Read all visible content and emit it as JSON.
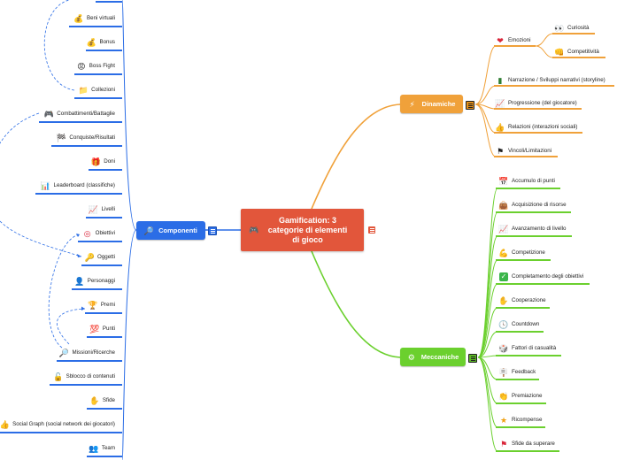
{
  "central": {
    "title": "Gamification: 3 categorie di elementi di gioco",
    "icon": "gamepad-icon",
    "color": "#e2563b"
  },
  "branches": {
    "dinamiche": {
      "label": "Dinamiche",
      "icon": "lightning-icon",
      "color": "#f0a13a",
      "items": [
        {
          "label": "Emozioni",
          "icon": "heart-icon"
        },
        {
          "label": "Curiosità",
          "icon": "eyes-icon"
        },
        {
          "label": "Competitività",
          "icon": "fist-icon"
        },
        {
          "label": "Narrazione / Sviluppi narrativi (storyline)",
          "icon": "book-icon"
        },
        {
          "label": "Progressione (del giocatore)",
          "icon": "chart-up-icon"
        },
        {
          "label": "Relazioni (interazioni sociali)",
          "icon": "thumbs-up-icon"
        },
        {
          "label": "Vincoli/Limitazioni",
          "icon": "flag-icon"
        }
      ]
    },
    "meccaniche": {
      "label": "Meccaniche",
      "icon": "gear-icon",
      "color": "#6bd02e",
      "items": [
        {
          "label": "Accumulo di punti",
          "icon": "calendar-icon"
        },
        {
          "label": "Acquisizione di risorse",
          "icon": "bag-icon"
        },
        {
          "label": "Avanzamento di livello",
          "icon": "chart-up-icon"
        },
        {
          "label": "Competizione",
          "icon": "muscle-icon"
        },
        {
          "label": "Completamento degli obiettivi",
          "icon": "check-icon"
        },
        {
          "label": "Cooperazione",
          "icon": "hand-icon"
        },
        {
          "label": "Countdown",
          "icon": "clock-icon"
        },
        {
          "label": "Fattori di casualità",
          "icon": "dice-icon"
        },
        {
          "label": "Feedback",
          "icon": "signpost-icon"
        },
        {
          "label": "Premiazione",
          "icon": "clap-icon"
        },
        {
          "label": "Ricompense",
          "icon": "star-icon"
        },
        {
          "label": "Sfide da superare",
          "icon": "red-flag-icon"
        }
      ]
    },
    "componenti": {
      "label": "Componenti",
      "icon": "magnifier-icon",
      "color": "#2b6de6",
      "items": [
        {
          "label": "Beni virtuali",
          "icon": "money-bag-icon"
        },
        {
          "label": "Bonus",
          "icon": "money-bag-icon"
        },
        {
          "label": "Boss Fight",
          "icon": "angry-face-icon"
        },
        {
          "label": "Collezioni",
          "icon": "folder-icon"
        },
        {
          "label": "Combattimenti/Battaglie",
          "icon": "gamepad-icon"
        },
        {
          "label": "Conquiste/Risultati",
          "icon": "checkered-flag-icon"
        },
        {
          "label": "Doni",
          "icon": "gift-icon"
        },
        {
          "label": "Leaderboard (classifiche)",
          "icon": "bar-chart-icon"
        },
        {
          "label": "Livelli",
          "icon": "chart-up-icon"
        },
        {
          "label": "Obiettivi",
          "icon": "target-icon"
        },
        {
          "label": "Oggetti",
          "icon": "key-icon"
        },
        {
          "label": "Personaggi",
          "icon": "person-icon"
        },
        {
          "label": "Premi",
          "icon": "trophy-icon"
        },
        {
          "label": "Punti",
          "icon": "hundred-icon"
        },
        {
          "label": "Missioni/Ricerche",
          "icon": "magnifier-icon"
        },
        {
          "label": "Sblocco di contenuti",
          "icon": "lock-icon"
        },
        {
          "label": "Sfide",
          "icon": "hand-icon"
        },
        {
          "label": "Social Graph (social network dei giocatori)",
          "icon": "thumbs-up-icon"
        },
        {
          "label": "Team",
          "icon": "people-icon"
        }
      ]
    }
  }
}
